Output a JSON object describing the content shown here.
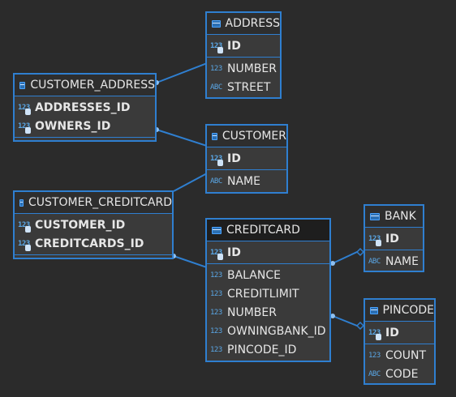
{
  "tables": {
    "address": {
      "title": "ADDRESS",
      "keys": [
        {
          "type": "123",
          "name": "ID"
        }
      ],
      "attrs": [
        {
          "type": "123",
          "name": "NUMBER"
        },
        {
          "type": "ABC",
          "name": "STREET"
        }
      ]
    },
    "customer_address": {
      "title": "CUSTOMER_ADDRESS",
      "keys": [
        {
          "type": "123",
          "name": "ADDRESSES_ID"
        },
        {
          "type": "123",
          "name": "OWNERS_ID"
        }
      ],
      "attrs": []
    },
    "customer": {
      "title": "CUSTOMER",
      "keys": [
        {
          "type": "123",
          "name": "ID"
        }
      ],
      "attrs": [
        {
          "type": "ABC",
          "name": "NAME"
        }
      ]
    },
    "customer_creditcard": {
      "title": "CUSTOMER_CREDITCARD",
      "keys": [
        {
          "type": "123",
          "name": "CUSTOMER_ID"
        },
        {
          "type": "123",
          "name": "CREDITCARDS_ID"
        }
      ],
      "attrs": []
    },
    "creditcard": {
      "title": "CREDITCARD",
      "keys": [
        {
          "type": "123",
          "name": "ID"
        }
      ],
      "attrs": [
        {
          "type": "123",
          "name": "BALANCE"
        },
        {
          "type": "123",
          "name": "CREDITLIMIT"
        },
        {
          "type": "123",
          "name": "NUMBER"
        },
        {
          "type": "123",
          "name": "OWNINGBANK_ID"
        },
        {
          "type": "123",
          "name": "PINCODE_ID"
        }
      ]
    },
    "bank": {
      "title": "BANK",
      "keys": [
        {
          "type": "123",
          "name": "ID"
        }
      ],
      "attrs": [
        {
          "type": "ABC",
          "name": "NAME"
        }
      ]
    },
    "pincode": {
      "title": "PINCODE",
      "keys": [
        {
          "type": "123",
          "name": "ID"
        }
      ],
      "attrs": [
        {
          "type": "123",
          "name": "COUNT"
        },
        {
          "type": "ABC",
          "name": "CODE"
        }
      ]
    }
  },
  "colors": {
    "border": "#2f7fd0",
    "background": "#2b2b2b",
    "entity": "#3a3a3a"
  }
}
